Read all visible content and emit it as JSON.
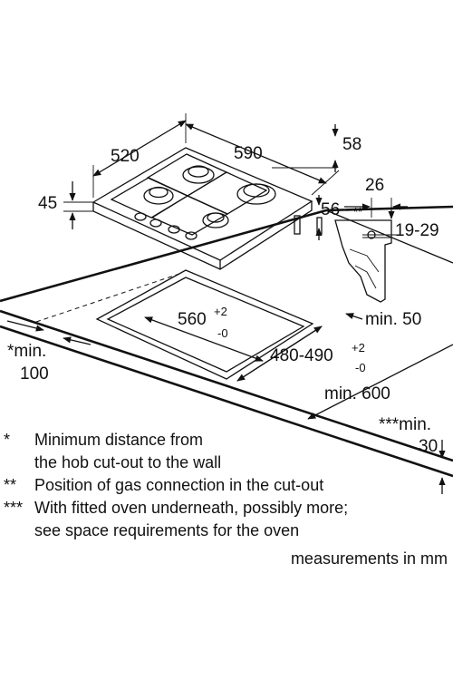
{
  "dimensions": {
    "hob_depth": "520",
    "hob_width": "590",
    "top_clearance": "58",
    "hob_height": "45",
    "side_depth": "56",
    "gas_offset": "26",
    "gas_marker": "**",
    "gas_height": "19-29",
    "cutout_width": "560",
    "cutout_width_tol_plus": "+2",
    "cutout_width_tol_minus": "-0",
    "cutout_depth": "480-490",
    "cutout_depth_tol_plus": "+2",
    "cutout_depth_tol_minus": "-0",
    "min_front": "min. 50",
    "min_wall_line1": "*min.",
    "min_wall_line2": "100",
    "min_worktop": "min. 600",
    "min_thickness_line1": "***min.",
    "min_thickness_line2": "30"
  },
  "notes": [
    {
      "marker": "*",
      "lines": [
        "Minimum distance from",
        "the hob cut-out to the wall"
      ]
    },
    {
      "marker": "**",
      "lines": [
        "Position of gas connection in the cut-out"
      ]
    },
    {
      "marker": "***",
      "lines": [
        "With fitted oven underneath, possibly more;",
        "see space requirements for the oven"
      ]
    }
  ],
  "units_note": "measurements in mm"
}
